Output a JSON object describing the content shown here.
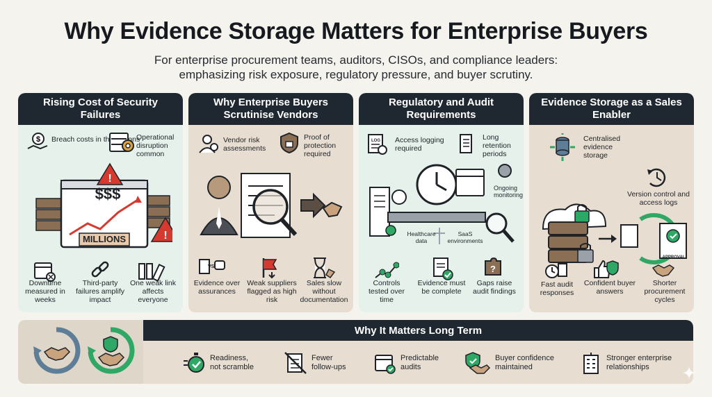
{
  "title": "Why Evidence Storage Matters for Enterprise Buyers",
  "subtitle_line1": "For enterprise procurement teams, auditors, CISOs, and compliance leaders:",
  "subtitle_line2": "emphasizing risk exposure, regulatory pressure, and buyer scrutiny.",
  "panels": [
    {
      "title": "Rising Cost of Security Failures",
      "illustration_text": "$$$",
      "illustration_caption": "MILLIONS",
      "items": [
        "Breach costs in the millions",
        "Operational disruption common",
        "Downtime measured in weeks",
        "Third-party failures amplify impact",
        "One weak link affects everyone"
      ]
    },
    {
      "title": "Why Enterprise Buyers Scrutinise Vendors",
      "items": [
        "Vendor risk assessments",
        "Proof of protection required",
        "Evidence over assurances",
        "Weak suppliers flagged as high risk",
        "Sales slow without documentation"
      ],
      "vs_text": "VS"
    },
    {
      "title": "Regulatory and Audit Requirements",
      "items": [
        "Access logging required",
        "Long retention periods",
        "Ongoing monitoring",
        "Healthcare data",
        "SaaS environments",
        "Controls tested over time",
        "Evidence must be complete",
        "Gaps raise audit findings"
      ],
      "log_text": "LOG"
    },
    {
      "title": "Evidence Storage as a Sales Enabler",
      "items": [
        "Centralised evidence storage",
        "Version control and access logs",
        "Fast audit responses",
        "Confident buyer answers",
        "Shorter procurement cycles"
      ],
      "approval_text": "APPROVAL"
    }
  ],
  "bottom": {
    "title": "Why It Matters Long Term",
    "items": [
      "Readiness, not scramble",
      "Fewer follow-ups",
      "Predictable audits",
      "Buyer confidence maintained",
      "Stronger enterprise relationships"
    ]
  },
  "colors": {
    "dark": "#1f2831",
    "mint": "#e5f1ea",
    "tan": "#e7ddd1",
    "green": "#2fa866",
    "red": "#d63a2f",
    "steel": "#5d7e96"
  }
}
